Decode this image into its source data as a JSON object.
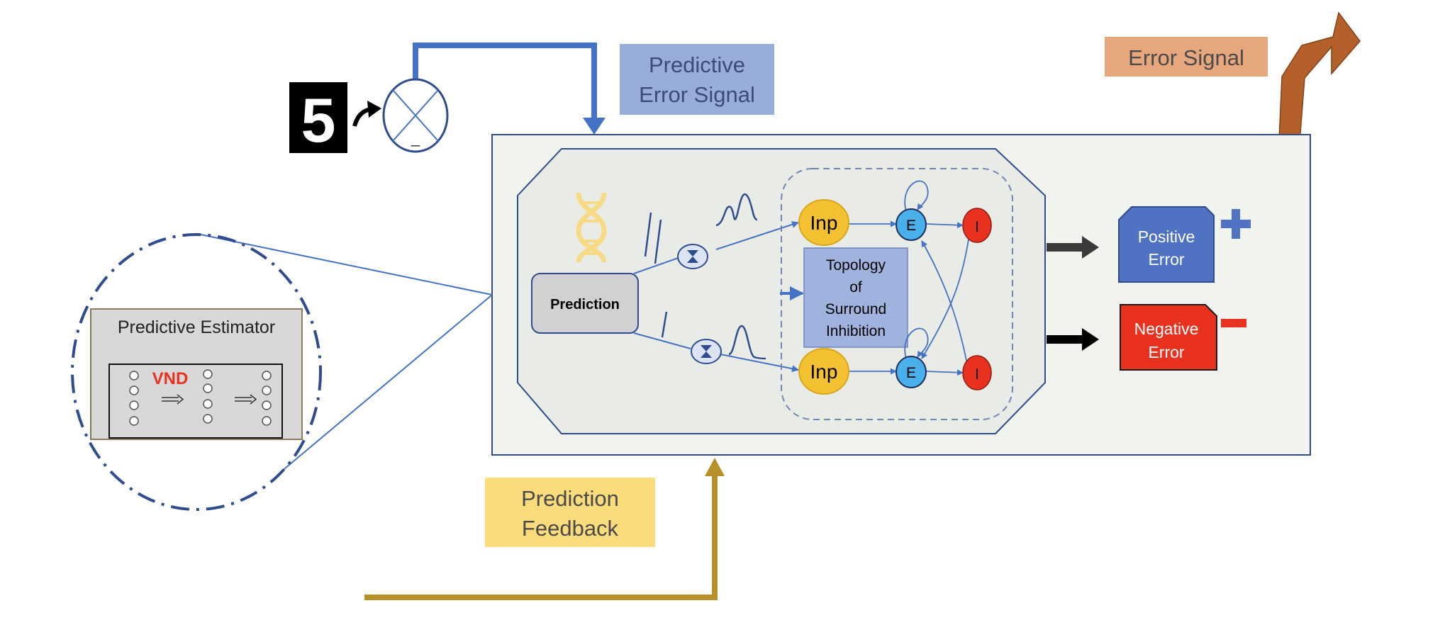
{
  "labels": {
    "predictive_error_signal": [
      "Predictive",
      "Error Signal"
    ],
    "error_signal": "Error Signal",
    "prediction_feedback": [
      "Prediction",
      "Feedback"
    ],
    "predictive_estimator": "Predictive Estimator",
    "vnd": "VND",
    "prediction": "Prediction",
    "topology": [
      "Topology",
      "of",
      "Surround",
      "Inhibition"
    ],
    "inp_top": "Inp",
    "inp_bottom": "Inp",
    "e_top": "E",
    "e_bottom": "E",
    "i_top": "I",
    "i_bottom": "I",
    "positive_error": [
      "Positive",
      "Error"
    ],
    "negative_error": [
      "Negative",
      "Error"
    ],
    "comparator_minus": "_",
    "digit": "5"
  },
  "colors": {
    "blue_arrow": "#4472c4",
    "gold_arrow": "#b8902a",
    "orange_arrow": "#b5602a",
    "predictive_error_box": "#98add8",
    "error_signal_box": "#e7a77c",
    "prediction_feedback_box": "#fadc7c",
    "positive_error": "#4f72c3",
    "negative_error": "#e8321f",
    "inp_node": "#f4c132",
    "e_node": "#4ab0ea",
    "i_node": "#e8321f",
    "outline": "#2f4c8f",
    "panel_fill": "#f1f4ee",
    "octagon_fill": "#e9ebe7",
    "prediction_box": "#d2d0d3",
    "topology_box": "#9fb3de",
    "estimator_fill": "#d8d8d8",
    "dna": "#f7db84"
  },
  "icons": {
    "comparator": "comparator-icon",
    "dna": "dna-icon",
    "plus": "plus-icon",
    "minus": "minus-icon",
    "digit_image": "mnist-digit-image"
  }
}
